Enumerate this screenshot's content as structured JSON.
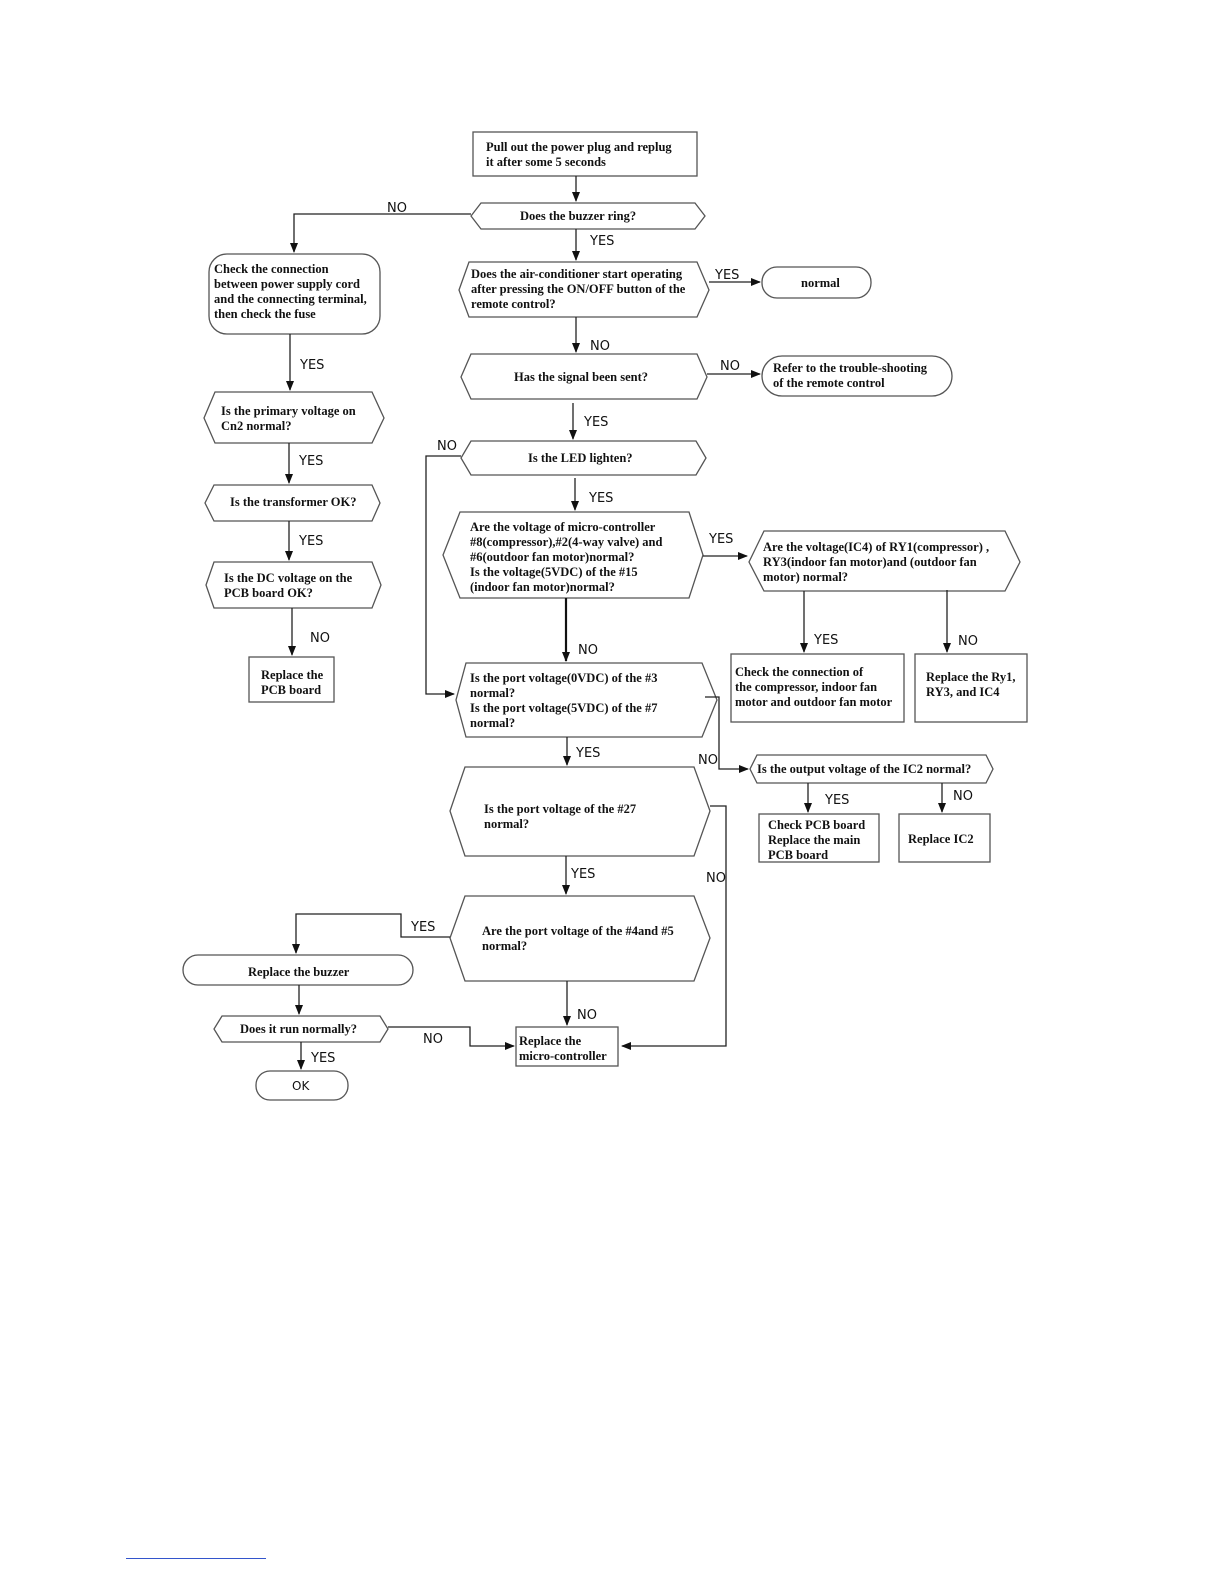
{
  "nodes": {
    "n1": [
      "Pull out the power plug and replug",
      "it after some 5 seconds"
    ],
    "n2": [
      "Does the buzzer ring?"
    ],
    "n3": [
      "Does the air-conditioner start operating",
      "after pressing the ON/OFF button of the",
      "remote control?"
    ],
    "n4": [
      "normal"
    ],
    "n5": [
      "Has the signal been sent?"
    ],
    "n6": [
      "Refer to the trouble-shooting",
      "of the remote control"
    ],
    "n7": [
      "Is the LED lighten?"
    ],
    "n8": [
      "Are the voltage of micro-controller",
      "#8(compressor),#2(4-way valve) and",
      "#6(outdoor fan motor)normal?",
      "Is the voltage(5VDC) of the #15",
      "(indoor fan motor)normal?"
    ],
    "n9": [
      "Are the voltage(IC4) of RY1(compressor) ,",
      "RY3(indoor fan motor)and (outdoor fan",
      "motor) normal?"
    ],
    "n10": [
      "Check the connection of",
      "the compressor, indoor fan",
      "motor and outdoor fan motor"
    ],
    "n11": [
      "Replace the Ry1,",
      "RY3, and IC4"
    ],
    "n12": [
      "Is the port voltage(0VDC) of the #3",
      "normal?",
      "Is the port voltage(5VDC) of the #7",
      "normal?"
    ],
    "n13": [
      "Is the output voltage of the IC2 normal?"
    ],
    "n14": [
      "Check PCB board",
      "Replace the main",
      "PCB board"
    ],
    "n15": [
      "Replace IC2"
    ],
    "n16": [
      "Is the port voltage of the #27",
      "normal?"
    ],
    "n17": [
      "Are the port voltage of the #4and #5",
      "normal?"
    ],
    "n18": [
      "Replace the buzzer"
    ],
    "n19": [
      "Does it run normally?"
    ],
    "n20": [
      "OK"
    ],
    "n21": [
      "Replace the",
      "micro-controller"
    ],
    "n22": [
      "Check the connection",
      "between power supply cord",
      "and the connecting terminal,",
      "then check the fuse"
    ],
    "n23": [
      "Is the primary voltage on",
      "Cn2 normal?"
    ],
    "n24": [
      "Is the transformer OK?"
    ],
    "n25": [
      "Is the DC voltage on the",
      "PCB board OK?"
    ],
    "n26": [
      "Replace the",
      "PCB board"
    ]
  },
  "edge_labels": {
    "e_buzzer_no": "NO",
    "e_buzzer_yes": "YES",
    "e_ac_yes": "YES",
    "e_ac_no": "NO",
    "e_signal_no": "NO",
    "e_signal_yes": "YES",
    "e_led_no": "NO",
    "e_led_yes": "YES",
    "e_mc_yes": "YES",
    "e_mc_no": "NO",
    "e_ic4_yes": "YES",
    "e_ic4_no": "NO",
    "e_port37_no": "NO",
    "e_port37_yes": "YES",
    "e_ic2_yes": "YES",
    "e_ic2_no": "NO",
    "e_port27_yes": "YES",
    "e_port27_no": "NO",
    "e_port45_yes": "YES",
    "e_port45_no": "NO",
    "e_runs_no": "NO",
    "e_runs_yes": "YES",
    "e_fuse_yes": "YES",
    "e_primary_yes": "YES",
    "e_transformer_yes": "YES",
    "e_dc_no": "NO"
  }
}
